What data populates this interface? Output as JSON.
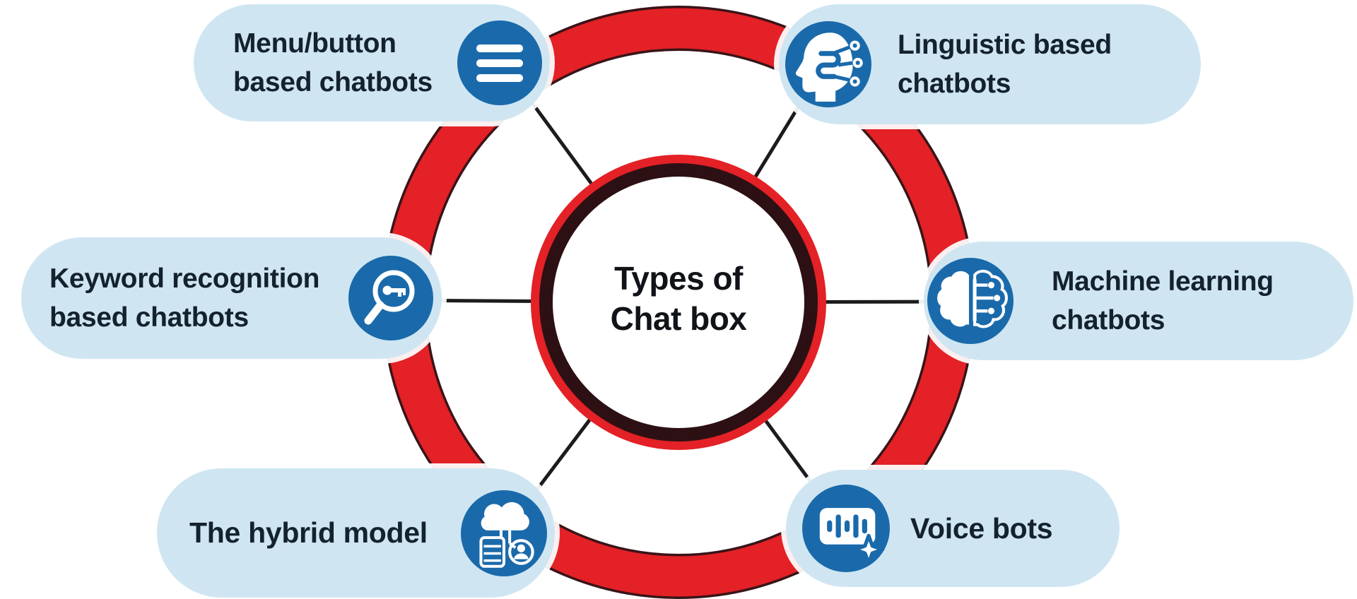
{
  "center": {
    "line1": "Types of",
    "line2": "Chat box"
  },
  "nodes": [
    {
      "id": "menu-button-based",
      "lines": [
        "Menu/button",
        "based chatbots"
      ],
      "icon": "hamburger-menu-icon"
    },
    {
      "id": "linguistic-based",
      "lines": [
        "Linguistic based",
        "chatbots"
      ],
      "icon": "head-circuit-icon"
    },
    {
      "id": "keyword-recognition",
      "lines": [
        "Keyword recognition",
        "based chatbots"
      ],
      "icon": "key-magnifier-icon"
    },
    {
      "id": "machine-learning",
      "lines": [
        "Machine learning",
        "chatbots"
      ],
      "icon": "brain-circuit-icon"
    },
    {
      "id": "hybrid-model",
      "lines": [
        "The hybrid model"
      ],
      "icon": "cloud-server-user-icon"
    },
    {
      "id": "voice-bots",
      "lines": [
        "Voice bots"
      ],
      "icon": "voice-waveform-icon"
    }
  ],
  "colors": {
    "ring_red": "#e32126",
    "icon_blue": "#1a6aab",
    "pill_blue": "#cfe6f2",
    "center_dark_ring": "#2d1014",
    "text_dark": "#14222e",
    "connector_black": "#1c1c1e",
    "background": "#ffffff"
  }
}
